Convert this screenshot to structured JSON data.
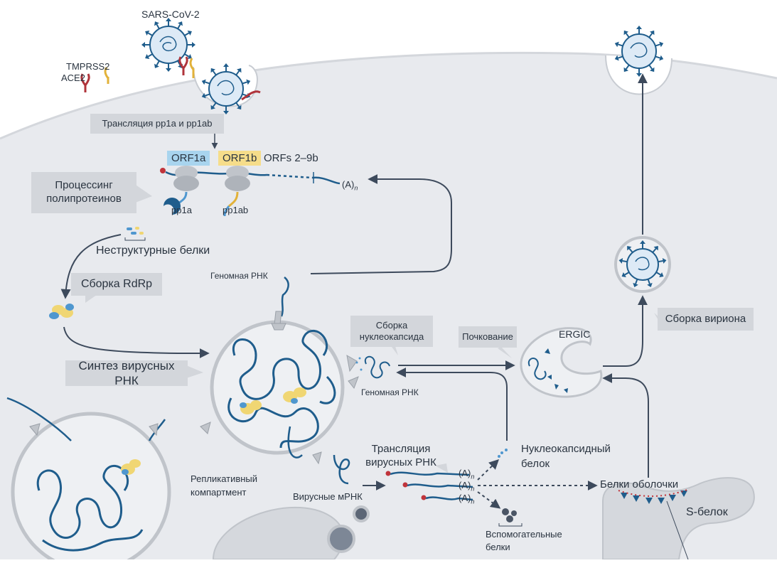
{
  "labels": {
    "virus_top": "SARS-CoV-2",
    "tmprss2": "TMPRSS2",
    "ace2": "ACE2",
    "orf1a": "ORF1a",
    "orf1b": "ORF1b",
    "orfs": "ORFs 2–9b",
    "pp1a": "pp1a",
    "pp1ab": "pp1ab",
    "nonstructural": "Неструктурные белки",
    "genomic_rna_top": "Геномная РНК",
    "genomic_rna_mid": "Геномная РНК",
    "ergic": "ERGIC",
    "nucleocapsid_protein_1": "Нуклеокапсидный",
    "nucleocapsid_protein_2": "белок",
    "replicative_1": "Репликативный",
    "replicative_2": "компартмент",
    "viral_mrna": "Вирусные мРНК",
    "envelope_proteins": "Белки оболочки",
    "s_protein": "S-белок",
    "accessory_1": "Вспомогательные",
    "accessory_2": "белки",
    "poly_a": "(A)",
    "poly_a_sub": "n"
  },
  "callouts": {
    "translation_pp1a": "Трансляция pp1a и pp1ab",
    "processing_1": "Процессинг",
    "processing_2": "полипротеинов",
    "rdrp_assembly": "Сборка RdRp",
    "rna_synthesis": "Синтез вирусных РНК",
    "nucleocapsid_assembly_1": "Сборка",
    "nucleocapsid_assembly_2": "нуклеокапсида",
    "budding": "Почкование",
    "virion_assembly": "Сборка вириона",
    "translation_viral_rna": "Трансляция вирусных РНК"
  },
  "colors": {
    "cytoplasm": "#e8eaee",
    "membrane_line": "#c8ccd2",
    "rna": "#1f5d8c",
    "arrow": "#3d4a5c",
    "orf1a_bg": "#a8d4ee",
    "orf1b_bg": "#f6dd8a",
    "callout_bg": "#d3d6db",
    "spike": "#1f5d8c",
    "ace2": "#b0343b",
    "tmprss2": "#e2b23a",
    "rdrp_yellow": "#f0d673",
    "rdrp_blue": "#4f97cf"
  }
}
